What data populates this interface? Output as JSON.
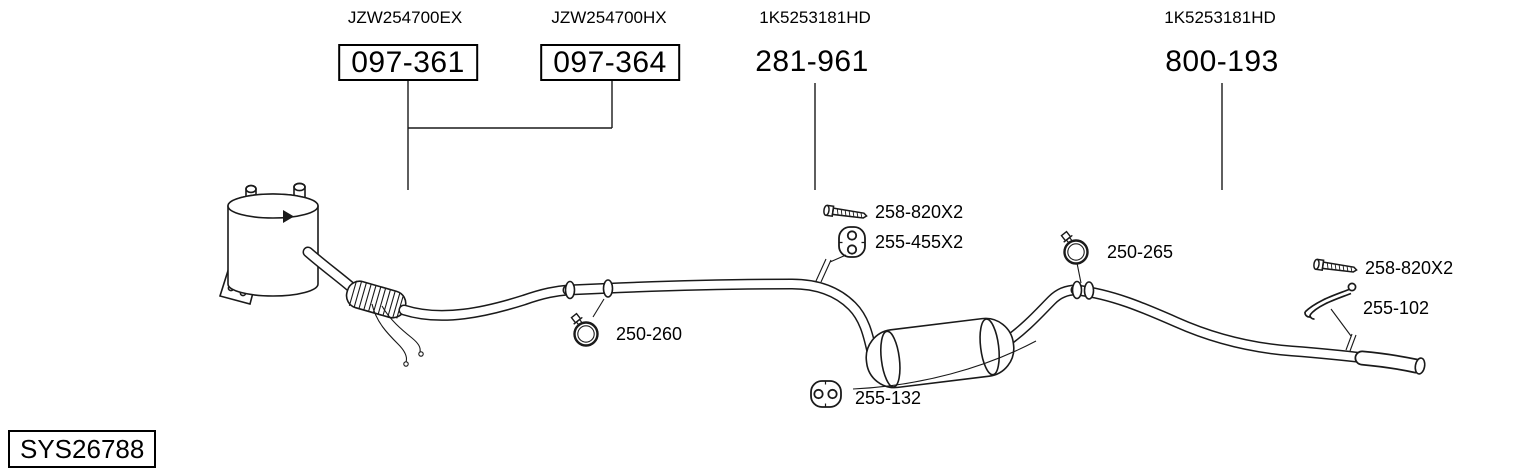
{
  "page": {
    "background": "#ffffff",
    "line_color": "#1a1a1a"
  },
  "refs": [
    {
      "oem": "JZW254700EX",
      "code": "097-361",
      "boxed": true
    },
    {
      "oem": "JZW254700HX",
      "code": "097-364",
      "boxed": true
    },
    {
      "oem": "1K5253181HD",
      "code": "281-961",
      "boxed": false
    },
    {
      "oem": "1K5253181HD",
      "code": "800-193",
      "boxed": false
    }
  ],
  "annotations": [
    {
      "code": "258-820X2",
      "icon": "bolt-icon"
    },
    {
      "code": "255-455X2",
      "icon": "rubber-hanger-icon"
    },
    {
      "code": "250-260",
      "icon": "clamp-icon"
    },
    {
      "code": "250-265",
      "icon": "clamp-icon"
    },
    {
      "code": "258-820X2",
      "icon": "bolt-icon"
    },
    {
      "code": "255-102",
      "icon": "bracket-icon"
    },
    {
      "code": "255-132",
      "icon": "rubber-hanger-icon"
    }
  ],
  "system_id": "SYS26788",
  "parts_drawn": [
    "catalytic-converter",
    "flex-pipe",
    "front-pipe",
    "middle-muffler",
    "rear-pipe",
    "tailpipe"
  ]
}
